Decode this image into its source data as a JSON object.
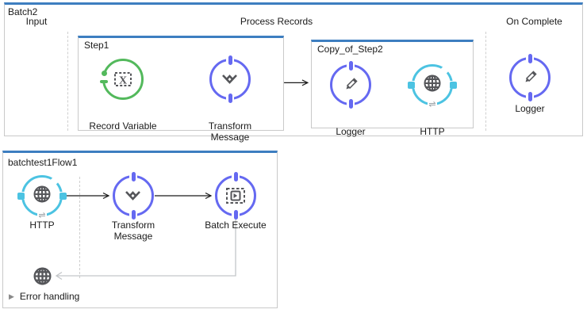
{
  "colors": {
    "accent_blue": "#3d7ec0",
    "indigo": "#6569f1",
    "cyan": "#4cc3e2",
    "green": "#53b95c",
    "icon_gray": "#55565a",
    "border_gray": "#c9c9c9",
    "return_line_gray": "#c3c6c9"
  },
  "flow_batch": {
    "title": "Batch2",
    "sections": {
      "input": "Input",
      "process": "Process Records",
      "on_complete": "On Complete"
    },
    "step1": {
      "title": "Step1",
      "nodes": {
        "record_variable": {
          "label": "Record Variable"
        },
        "transform": {
          "label": "Transform",
          "label2": "Message"
        }
      }
    },
    "step2": {
      "title": "Copy_of_Step2",
      "nodes": {
        "logger": {
          "label": "Logger"
        },
        "http": {
          "label": "HTTP"
        }
      }
    },
    "on_complete_nodes": {
      "logger": {
        "label": "Logger"
      }
    }
  },
  "flow_batchtest": {
    "title": "batchtest1Flow1",
    "nodes": {
      "http": {
        "label": "HTTP"
      },
      "transform": {
        "label": "Transform",
        "label2": "Message"
      },
      "batch_execute": {
        "label": "Batch Execute"
      }
    },
    "error_handling": "Error handling"
  },
  "icons": {
    "exchange_glyph": "⇌",
    "collapse_arrow": "▶"
  }
}
